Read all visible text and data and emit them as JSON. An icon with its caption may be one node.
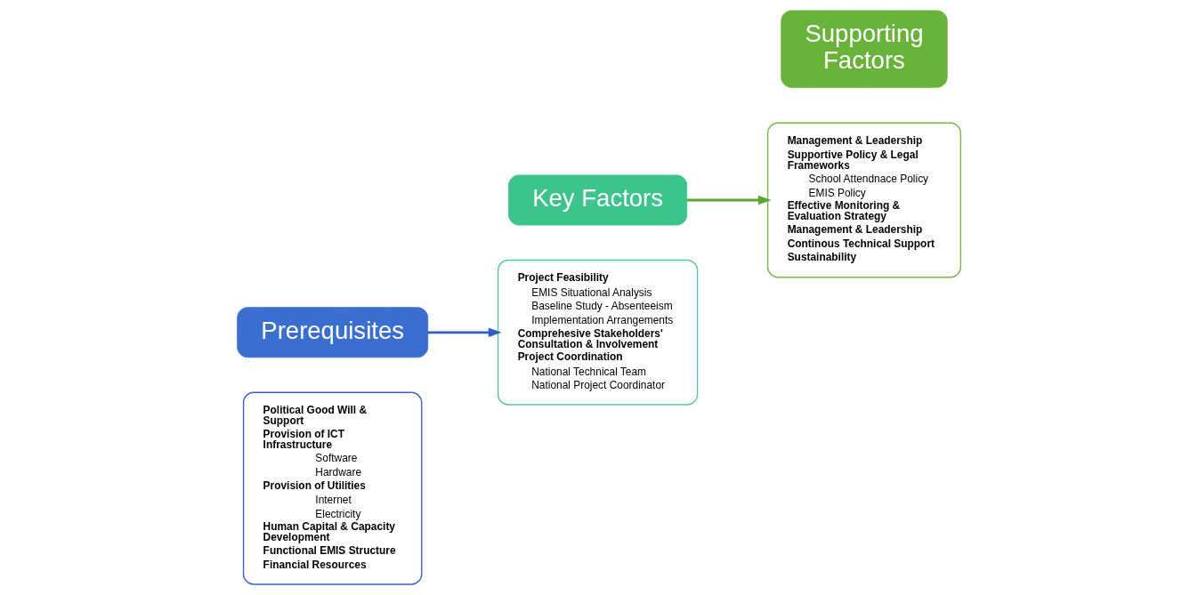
{
  "diagram": {
    "nodes": [
      {
        "text": [
          "Political Good Will & Support",
          "Provision of ICT Infrastructure",
          "Software",
          "Hardware",
          "Provision of Utilities",
          "Internet",
          "Electricity",
          "Human Capital & Capacity Development",
          "Functional EMIS Structure",
          "Financial Resources"
        ]
      },
      {
        "text": [
          "Prerequisites"
        ]
      },
      {
        "text": [
          "Key Factors"
        ]
      },
      {
        "text": [
          "Project Feasibility",
          "EMIS Situational Analysis",
          "Baseline Study - Absenteeism",
          "Implementation Arrangements",
          "Comprehesive Stakeholders' Consultation & Involvement",
          "Project Coordination",
          "National Technical Team",
          "National Project Coordinator"
        ]
      },
      {
        "text": [
          "Management & Leadership",
          "Supportive Policy & Legal Frameworks",
          "School Attendnace Policy",
          "EMIS Policy",
          "Effective Monitoring & Evaluation Strategy",
          "Management & Leadership",
          "Continous Technical Support",
          "Sustainability"
        ]
      },
      {
        "text": [
          "Supporting Factors"
        ]
      }
    ],
    "edges": [
      {
        "from": 1,
        "to": 3,
        "arrow": "to",
        "color": "#2f5fc4"
      },
      {
        "from": 2,
        "to": 4,
        "arrow": "to",
        "color": "#5aa832"
      }
    ]
  }
}
